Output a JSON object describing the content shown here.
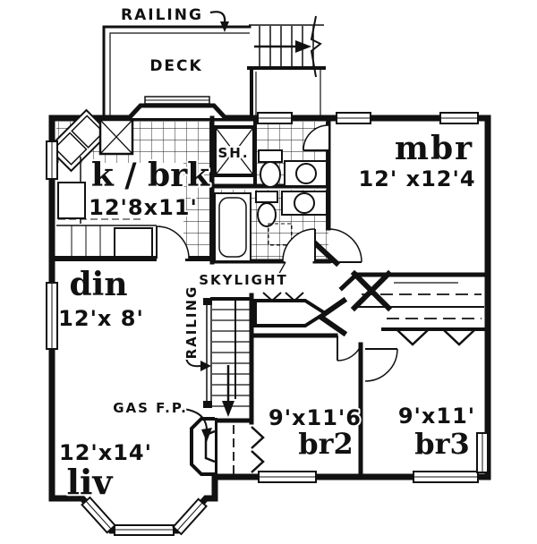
{
  "drawing": {
    "type": "second-floor-plan",
    "ink_color": "#111111",
    "paper_color": "#ffffff"
  },
  "labels": {
    "deck_railing": "RAILING",
    "deck": "DECK",
    "shower": "SH.",
    "skylight": "SKYLIGHT",
    "stair_railing": "RAILING",
    "gas_fireplace": "GAS F.P."
  },
  "rooms": [
    {
      "id": "kitchen_breakfast",
      "name": "k / brk",
      "dims": "12'8x11'"
    },
    {
      "id": "master_bedroom",
      "name": "mbr",
      "dims": "12' x12'4"
    },
    {
      "id": "dining",
      "name": "din",
      "dims": "12'x 8'"
    },
    {
      "id": "living",
      "name": "liv",
      "dims": "12'x14'"
    },
    {
      "id": "bedroom_2",
      "name": "br2",
      "dims": "9'x11'6"
    },
    {
      "id": "bedroom_3",
      "name": "br3",
      "dims": "9'x11'"
    }
  ]
}
